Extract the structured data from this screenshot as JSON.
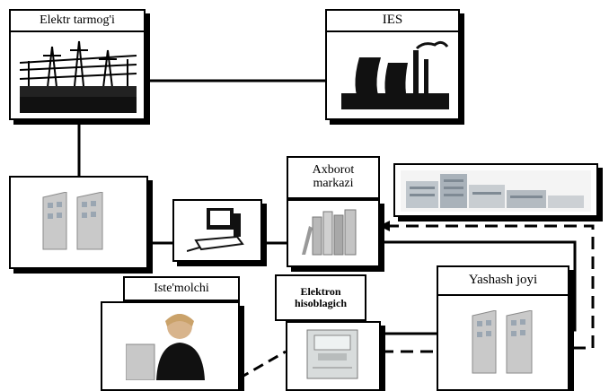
{
  "nodes": {
    "grid": {
      "label": "Elektr tarmog'i"
    },
    "ies": {
      "label": "IES"
    },
    "info": {
      "label_line1": "Axborot",
      "label_line2": "markazi"
    },
    "consumer": {
      "label": "Iste'molchi"
    },
    "meter": {
      "label_line1": "Elektron",
      "label_line2": "hisoblagich"
    },
    "residence": {
      "label": "Yashash joyi"
    }
  },
  "colors": {
    "line": "#000000",
    "shadow": "#000000",
    "building": "#c9c9c9",
    "window": "#9aa6b2"
  }
}
